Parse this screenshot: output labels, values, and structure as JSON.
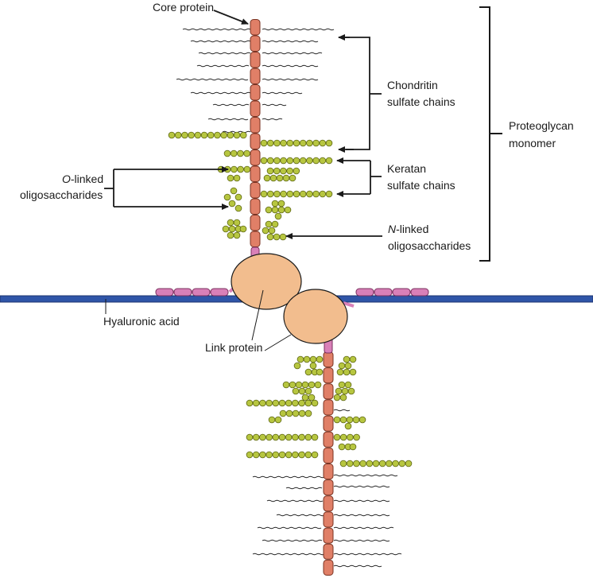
{
  "labels": {
    "core_protein": "Core protein",
    "chondroitin_line1": "Chondritin",
    "chondroitin_line2": "sulfate chains",
    "keratan_line1": "Keratan",
    "keratan_line2": "sulfate chains",
    "proteoglycan_line1": "Proteoglycan",
    "proteoglycan_line2": "monomer",
    "o_linked_prefix": "O",
    "o_linked_suffix": "-linked",
    "o_linked_line2": "oligosaccharides",
    "n_linked_prefix": "N",
    "n_linked_suffix": "-linked",
    "n_linked_line2": "oligosaccharides",
    "hyaluronic_acid": "Hyaluronic acid",
    "link_protein": "Link protein"
  },
  "colors": {
    "core_protein": "#e07f67",
    "core_protein_outline": "#7a3322",
    "attachment_segment": "#d980b8",
    "hyaluronic_acid": "#2f55a8",
    "link_protein": "#f2bd8e",
    "oligosaccharide": "#b7c640",
    "oligosaccharide_outline": "#5b6412"
  },
  "icons": {
    "arrow": "filled-triangle-arrowhead",
    "bracket": "square-bracket"
  }
}
